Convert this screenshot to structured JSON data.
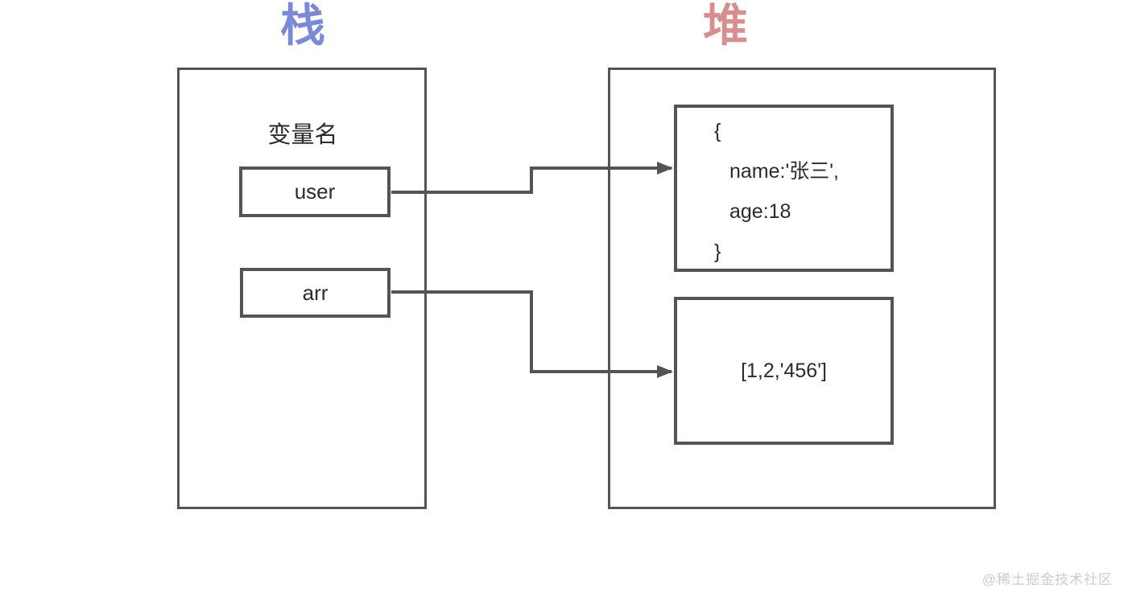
{
  "diagram": {
    "stack": {
      "title": "栈",
      "label": "变量名",
      "variables": [
        {
          "name": "user"
        },
        {
          "name": "arr"
        }
      ]
    },
    "heap": {
      "title": "堆",
      "object": {
        "lines": [
          "{",
          "name:'张三',",
          "age:18",
          "}"
        ]
      },
      "array": {
        "value": "[1,2,'456']"
      }
    },
    "arrows": [
      {
        "from": "user",
        "to": "object"
      },
      {
        "from": "arr",
        "to": "array"
      }
    ]
  },
  "colors": {
    "stack_title": "#7b89d9",
    "heap_title": "#d98e8e",
    "border": "#545454",
    "text": "#2b2b2b",
    "watermark": "#c9cdd2"
  },
  "watermark": "@稀土掘金技术社区"
}
